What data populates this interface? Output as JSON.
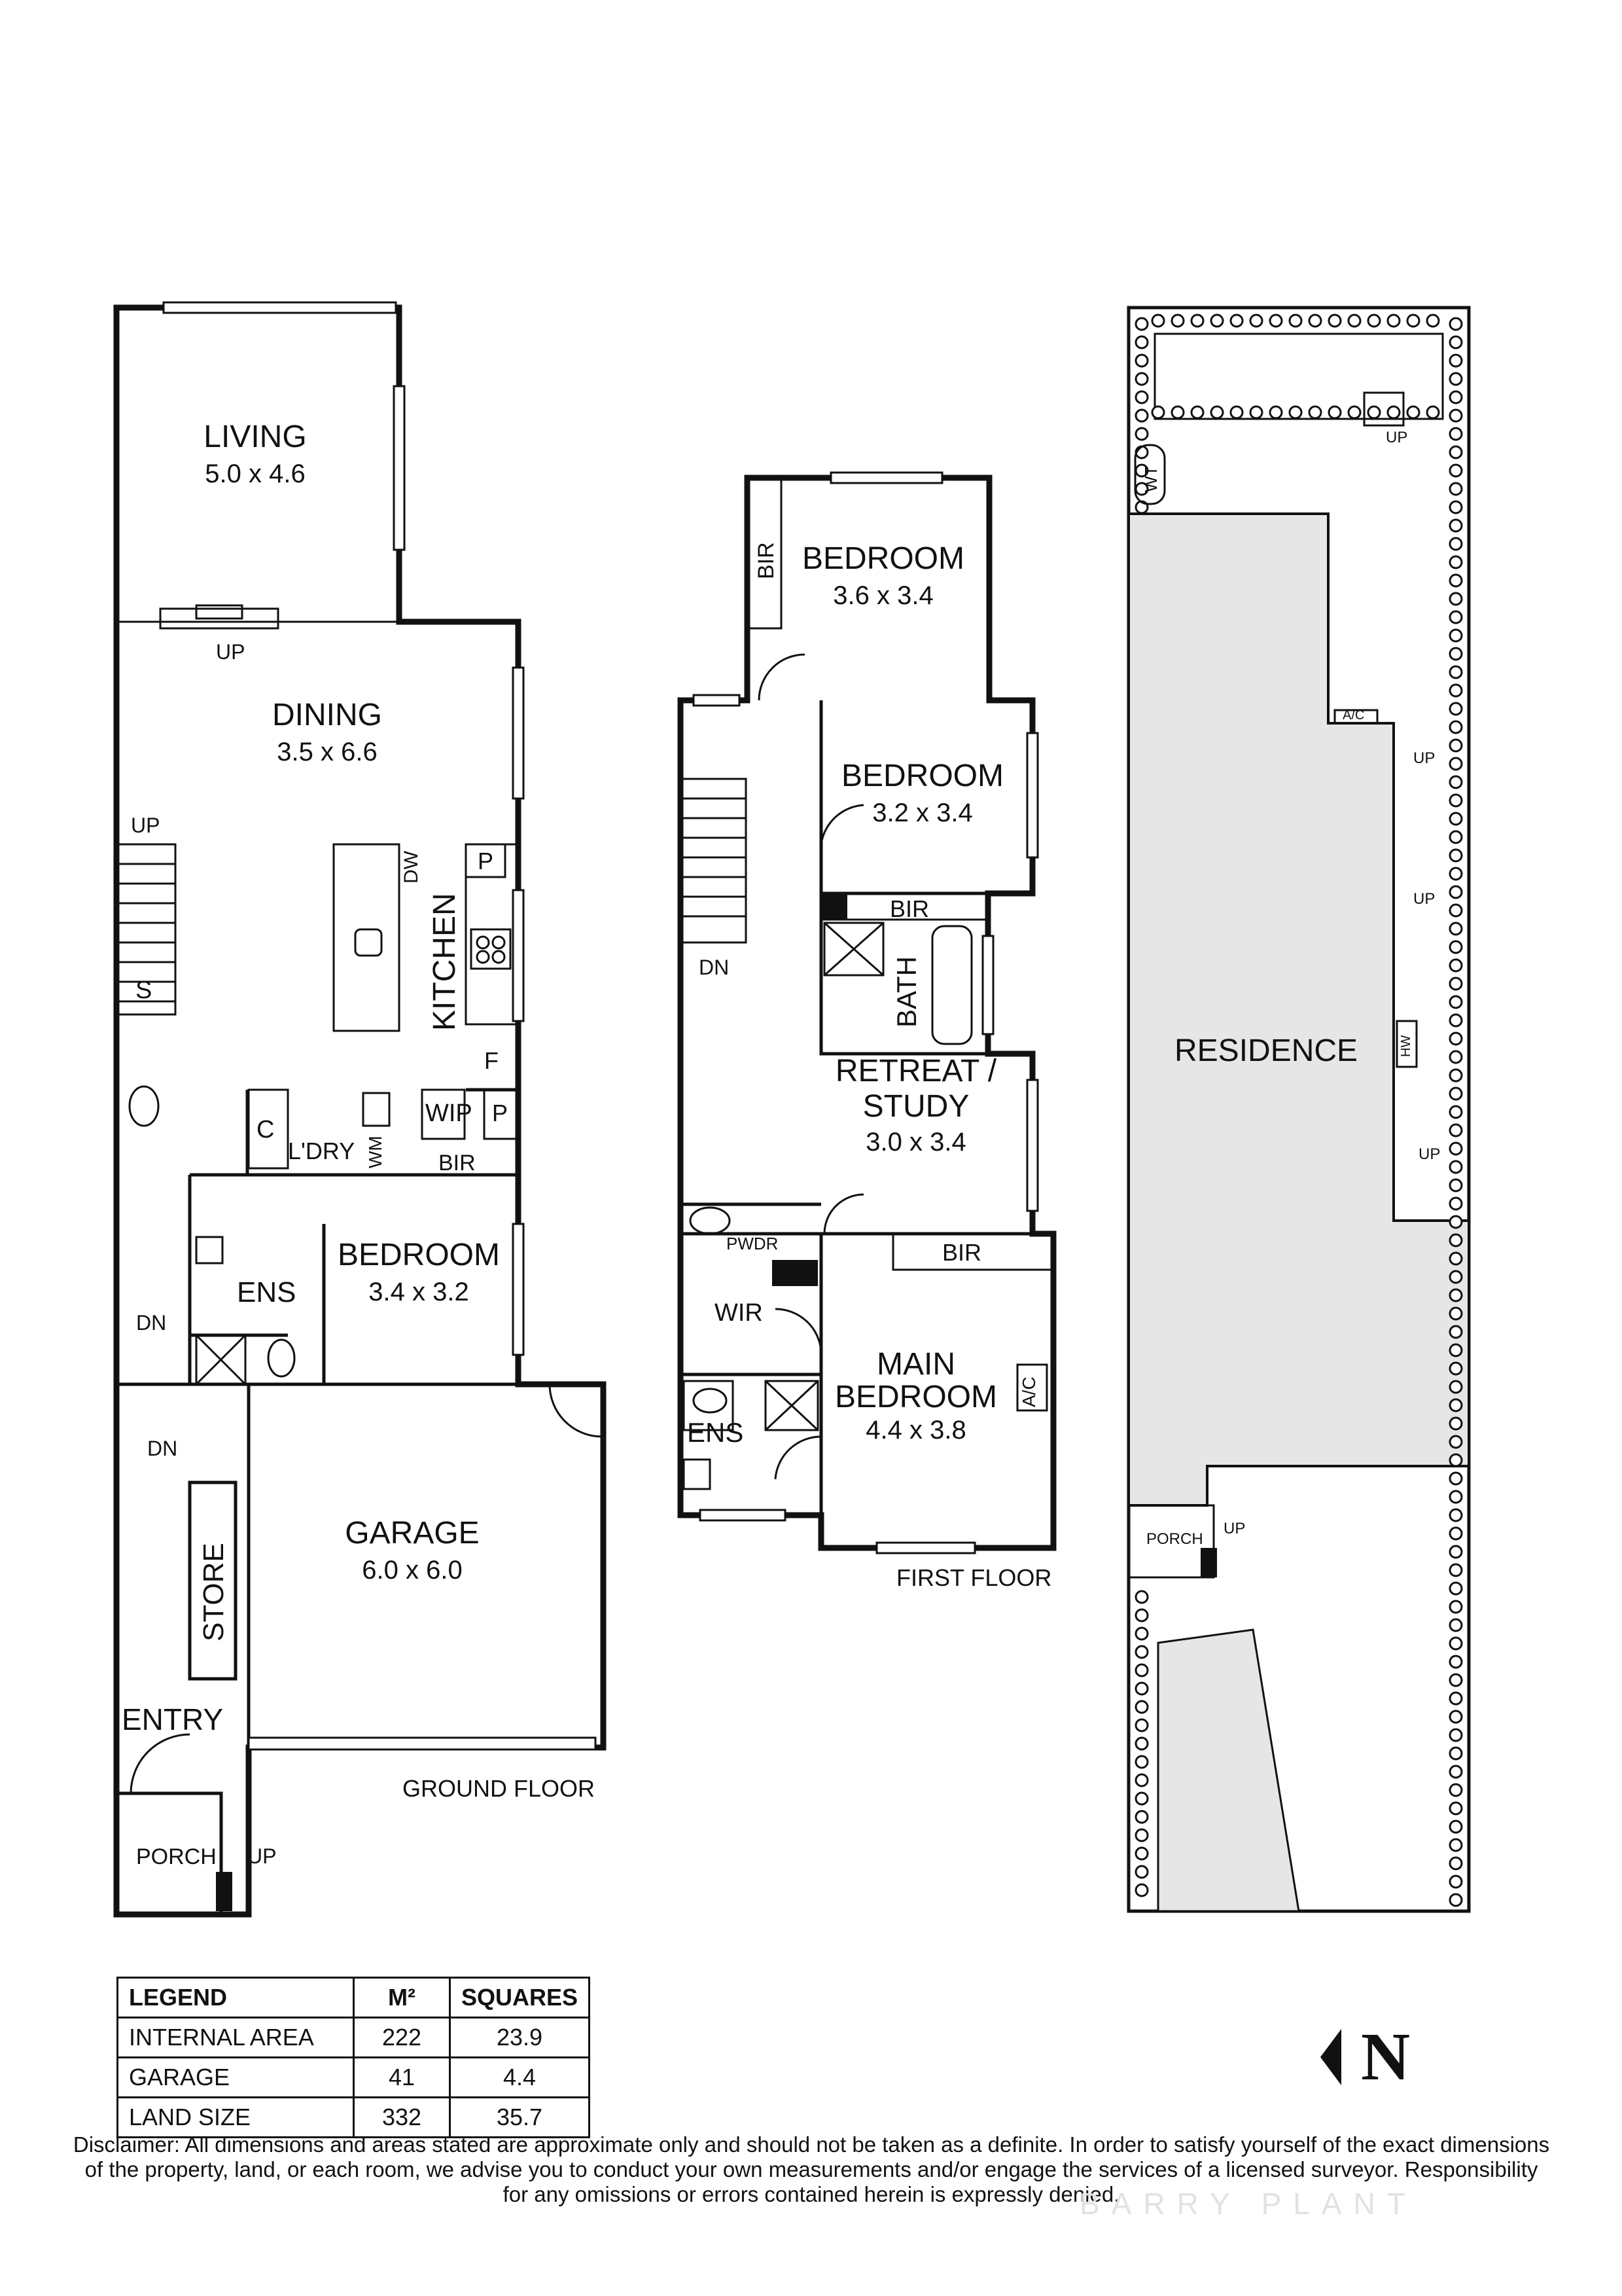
{
  "ground_floor": {
    "title": "GROUND FLOOR",
    "living": {
      "name": "LIVING",
      "dim": "5.0 x 4.6"
    },
    "dining": {
      "name": "DINING",
      "dim": "3.5 x 6.6"
    },
    "kitchen": {
      "name": "KITCHEN"
    },
    "bedroom": {
      "name": "BEDROOM",
      "dim": "3.4 x 3.2"
    },
    "ensuite": "ENS",
    "garage": {
      "name": "GARAGE",
      "dim": "6.0 x 6.0"
    },
    "store": "STORE",
    "entry": "ENTRY",
    "porch": "PORCH",
    "laundry": "L'DRY",
    "wip": "WIP",
    "bir": "BIR",
    "pantry": "P",
    "fridge": "F",
    "dishwasher": "DW",
    "washing_machine": "WM",
    "cupboard": "C",
    "storage": "S",
    "up": "UP",
    "dn": "DN"
  },
  "first_floor": {
    "title": "FIRST FLOOR",
    "bedroom1": {
      "name": "BEDROOM",
      "dim": "3.6 x 3.4"
    },
    "bedroom2": {
      "name": "BEDROOM",
      "dim": "3.2 x 3.4"
    },
    "retreat": {
      "name_line1": "RETREAT /",
      "name_line2": "STUDY",
      "dim": "3.0 x 3.4"
    },
    "main_bedroom": {
      "name_line1": "MAIN",
      "name_line2": "BEDROOM",
      "dim": "4.4 x 3.8"
    },
    "bath": "BATH",
    "bir": "BIR",
    "wir": "WIR",
    "ensuite": "ENS",
    "powder": "PWDR",
    "ac": "A/C",
    "dn": "DN"
  },
  "site_plan": {
    "residence": "RESIDENCE",
    "porch": "PORCH",
    "water_tank": "WT",
    "ac": "A/C",
    "hot_water": "HW",
    "up": "UP"
  },
  "legend": {
    "headers": [
      "LEGEND",
      "M²",
      "SQUARES"
    ],
    "rows": [
      {
        "label": "INTERNAL AREA",
        "m2": "222",
        "squares": "23.9"
      },
      {
        "label": "GARAGE",
        "m2": "41",
        "squares": "4.4"
      },
      {
        "label": "LAND SIZE",
        "m2": "332",
        "squares": "35.7"
      }
    ]
  },
  "north": "N",
  "disclaimer": {
    "line1": "Disclaimer: All dimensions and areas stated are approximate only and should not be taken as a definite. In order to satisfy yourself of the exact dimensions",
    "line2": "of the property, land, or each room, we advise you to conduct your own measurements and/or engage the services of a licensed surveyor. Responsibility",
    "line3": "for any omissions or errors contained herein is expressly denied."
  },
  "watermark": "BARRY PLANT"
}
